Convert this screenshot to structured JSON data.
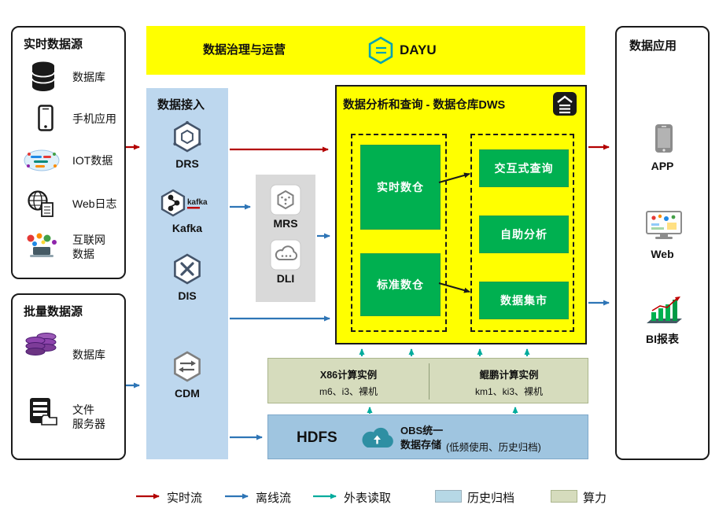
{
  "colors": {
    "realtime_flow": "#b30000",
    "offline_flow": "#2e75b6",
    "external_read": "#00ab9d",
    "archive_swatch": "#b6d8e6",
    "compute_swatch": "#d6dcbd",
    "banner_yellow": "#ffff00",
    "dws_yellow": "#ffff00",
    "green_box": "#00b050",
    "ingestion_blue": "#bdd7ee",
    "processing_gray": "#d9d9d9",
    "hdfs_blue": "#9fc5e0"
  },
  "sources_realtime": {
    "title": "实时数据源",
    "items": [
      {
        "label": "数据库",
        "icon": "database-icon"
      },
      {
        "label": "手机应用",
        "icon": "phone-icon"
      },
      {
        "label": "IOT数据",
        "icon": "iot-icon"
      },
      {
        "label": "Web日志",
        "icon": "weblog-icon"
      },
      {
        "label": "互联网\n数据",
        "icon": "internet-icon"
      }
    ]
  },
  "sources_batch": {
    "title": "批量数据源",
    "items": [
      {
        "label": "数据库",
        "icon": "batch-database-icon"
      },
      {
        "label": "文件\n服务器",
        "icon": "file-server-icon"
      }
    ]
  },
  "governance": {
    "title": "数据治理与运营",
    "logo_text": "DAYU"
  },
  "ingestion": {
    "title": "数据接入",
    "kafka_icon_text": "kafka",
    "items": [
      {
        "label": "DRS",
        "icon": "drs-icon"
      },
      {
        "label": "Kafka",
        "icon": "kafka-icon"
      },
      {
        "label": "DIS",
        "icon": "dis-icon"
      },
      {
        "label": "CDM",
        "icon": "cdm-icon"
      }
    ]
  },
  "processing": {
    "items": [
      {
        "label": "MRS",
        "icon": "mrs-icon"
      },
      {
        "label": "DLI",
        "icon": "dli-icon"
      }
    ]
  },
  "dws": {
    "title": "数据分析和查询 - 数据仓库DWS",
    "warehouses": [
      {
        "label": "实时数仓"
      },
      {
        "label": "标准数仓"
      }
    ],
    "services": [
      {
        "label": "交互式查询"
      },
      {
        "label": "自助分析"
      },
      {
        "label": "数据集市"
      }
    ]
  },
  "compute": {
    "x86": {
      "title": "X86计算实例",
      "subtitle": "m6、i3、裸机"
    },
    "kunpeng": {
      "title": "鲲鹏计算实例",
      "subtitle": "km1、ki3、裸机"
    }
  },
  "storage": {
    "hdfs_label": "HDFS",
    "obs_title": "OBS统一\n数据存储",
    "obs_note": "(低频使用、历史归档)"
  },
  "apps": {
    "title": "数据应用",
    "items": [
      {
        "label": "APP",
        "icon": "app-phone-icon"
      },
      {
        "label": "Web",
        "icon": "web-monitor-icon"
      },
      {
        "label": "BI报表",
        "icon": "bi-chart-icon"
      }
    ]
  },
  "legend": {
    "items": [
      {
        "label": "实时流",
        "type": "arrow",
        "color": "#b30000"
      },
      {
        "label": "离线流",
        "type": "arrow",
        "color": "#2e75b6"
      },
      {
        "label": "外表读取",
        "type": "arrow",
        "color": "#00ab9d"
      },
      {
        "label": "历史归档",
        "type": "swatch",
        "color": "#b6d8e6"
      },
      {
        "label": "算力",
        "type": "swatch",
        "color": "#d6dcbd"
      }
    ]
  }
}
